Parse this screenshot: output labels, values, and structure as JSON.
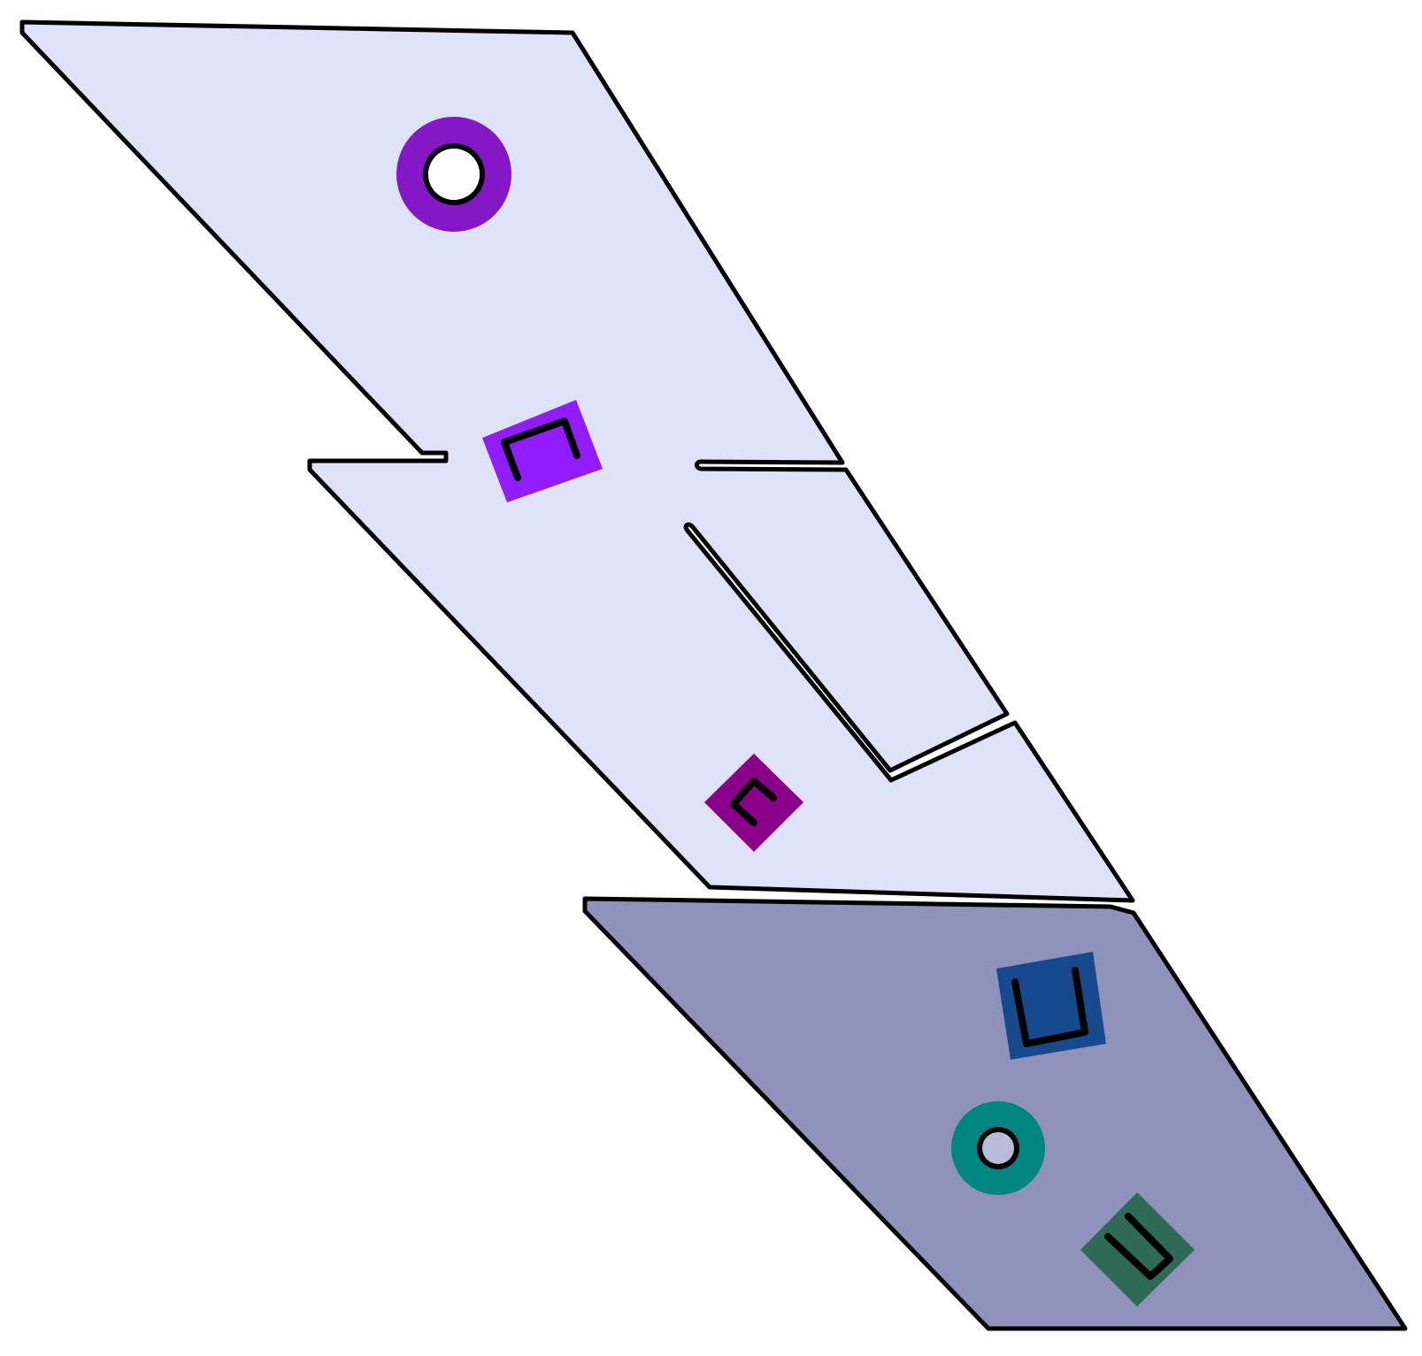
{
  "colors": {
    "background": "#ffffff",
    "outline": "#000000",
    "panel_light": "#dfe2fb",
    "panel_dark": "#8f92bb",
    "ring_purple": "#8418c6",
    "square_violet": "#931cff",
    "diamond_magenta": "#8a008a",
    "square_navy": "#164a8c",
    "ring_teal": "#008580",
    "diamond_green": "#2e6b56"
  },
  "panels": [
    {
      "name": "panel-upper-light",
      "fill": "panel_light"
    },
    {
      "name": "panel-lower-dark",
      "fill": "panel_dark"
    }
  ],
  "tokens": [
    {
      "name": "purple-ring-icon",
      "shape": "ring",
      "color": "ring_purple"
    },
    {
      "name": "violet-bracket-square-icon",
      "shape": "bracket-square",
      "color": "square_violet"
    },
    {
      "name": "magenta-bracket-diamond-icon",
      "shape": "bracket-diamond",
      "color": "diamond_magenta"
    },
    {
      "name": "navy-cup-square-icon",
      "shape": "cup-square",
      "color": "square_navy"
    },
    {
      "name": "teal-ring-icon",
      "shape": "ring",
      "color": "ring_teal"
    },
    {
      "name": "green-cup-diamond-icon",
      "shape": "cup-diamond",
      "color": "diamond_green"
    }
  ]
}
